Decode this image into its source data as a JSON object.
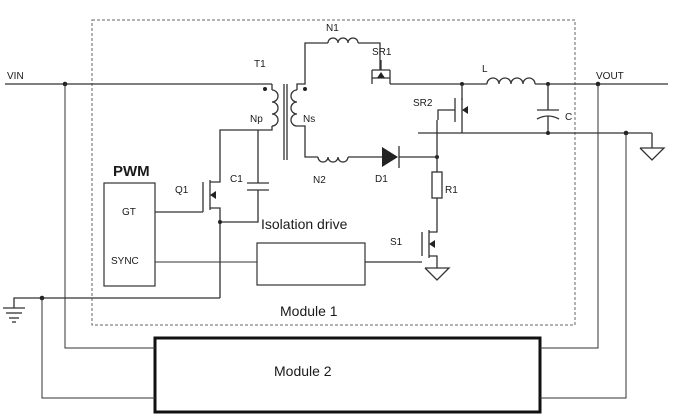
{
  "terminals": {
    "vin": "VIN",
    "vout": "VOUT"
  },
  "components": {
    "t1": "T1",
    "n1": "N1",
    "n2": "N2",
    "np": "Np",
    "ns": "Ns",
    "sr1": "SR1",
    "sr2": "SR2",
    "l": "L",
    "c": "C",
    "d1": "D1",
    "r1": "R1",
    "s1": "S1",
    "c1": "C1",
    "q1": "Q1"
  },
  "pwm": {
    "title": "PWM",
    "gt": "GT",
    "sync": "SYNC"
  },
  "blocks": {
    "isolation_drive": "Isolation drive",
    "module1": "Module 1",
    "module2": "Module 2"
  }
}
